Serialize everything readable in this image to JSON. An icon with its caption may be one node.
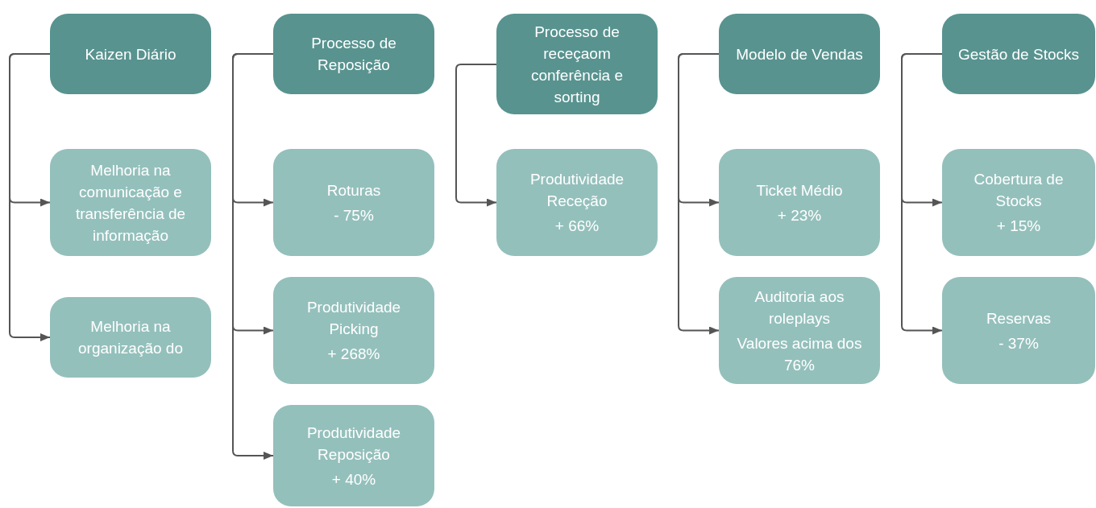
{
  "diagram": {
    "nodes": [
      {
        "text": [
          "Kaizen Diário"
        ]
      },
      {
        "text": [
          "Melhoria na comunicação e transferência de informação"
        ]
      },
      {
        "text": [
          "Melhoria na organização do"
        ]
      },
      {
        "text": [
          "Processo de Reposição"
        ]
      },
      {
        "text": [
          "Roturas",
          "- 75%"
        ]
      },
      {
        "text": [
          "Produtividade Picking",
          "+ 268%"
        ]
      },
      {
        "text": [
          "Produtividade Reposição",
          "+ 40%"
        ]
      },
      {
        "text": [
          "Processo de receçaom conferência e sorting"
        ]
      },
      {
        "text": [
          "Produtividade Receção",
          "+ 66%"
        ]
      },
      {
        "text": [
          "Modelo de Vendas"
        ]
      },
      {
        "text": [
          "Ticket Médio",
          "+ 23%"
        ]
      },
      {
        "text": [
          "Auditoria aos roleplays",
          "Valores acima dos 76%"
        ]
      },
      {
        "text": [
          "Gestão de Stocks"
        ]
      },
      {
        "text": [
          "Cobertura de Stocks",
          "+ 15%"
        ]
      },
      {
        "text": [
          "Reservas",
          "- 37%"
        ]
      }
    ],
    "edges": [
      {
        "from": 0,
        "to": 1,
        "arrow": "to"
      },
      {
        "from": 0,
        "to": 2,
        "arrow": "to"
      },
      {
        "from": 3,
        "to": 4,
        "arrow": "to"
      },
      {
        "from": 3,
        "to": 5,
        "arrow": "to"
      },
      {
        "from": 3,
        "to": 6,
        "arrow": "to"
      },
      {
        "from": 7,
        "to": 8,
        "arrow": "to"
      },
      {
        "from": 9,
        "to": 10,
        "arrow": "to"
      },
      {
        "from": 9,
        "to": 11,
        "arrow": "to"
      },
      {
        "from": 12,
        "to": 13,
        "arrow": "to"
      },
      {
        "from": 12,
        "to": 14,
        "arrow": "to"
      }
    ]
  }
}
